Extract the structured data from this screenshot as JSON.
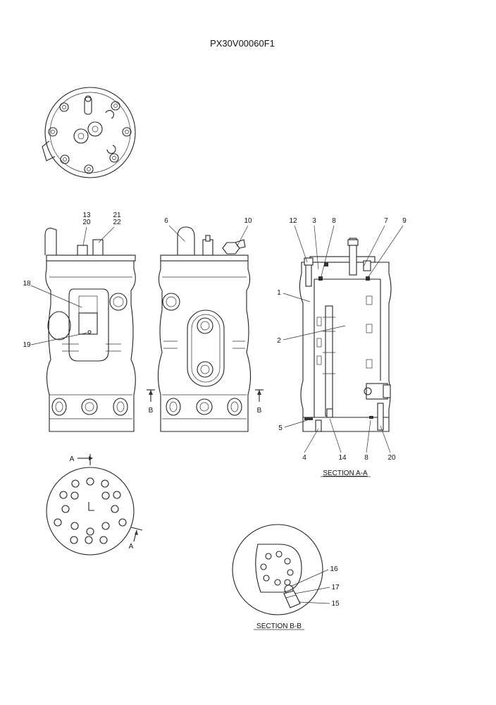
{
  "drawing": {
    "title": "PX30V00060F1",
    "section_aa_label": "SECTION  A-A",
    "section_bb_label": "SECTION  B-B",
    "cut_a_top": "A",
    "cut_a_bottom": "A",
    "cut_b_left": "B",
    "cut_b_right": "B"
  },
  "callouts": {
    "c13": "13",
    "c20a": "20",
    "c21": "21",
    "c22": "22",
    "c18": "18",
    "c19": "19",
    "c6": "6",
    "c10": "10",
    "c12": "12",
    "c3": "3",
    "c8a": "8",
    "c7": "7",
    "c9": "9",
    "c1": "1",
    "c2": "2",
    "c5": "5",
    "c4": "4",
    "c14": "14",
    "c8b": "8",
    "c20b": "20",
    "c16": "16",
    "c17": "17",
    "c15": "15"
  }
}
